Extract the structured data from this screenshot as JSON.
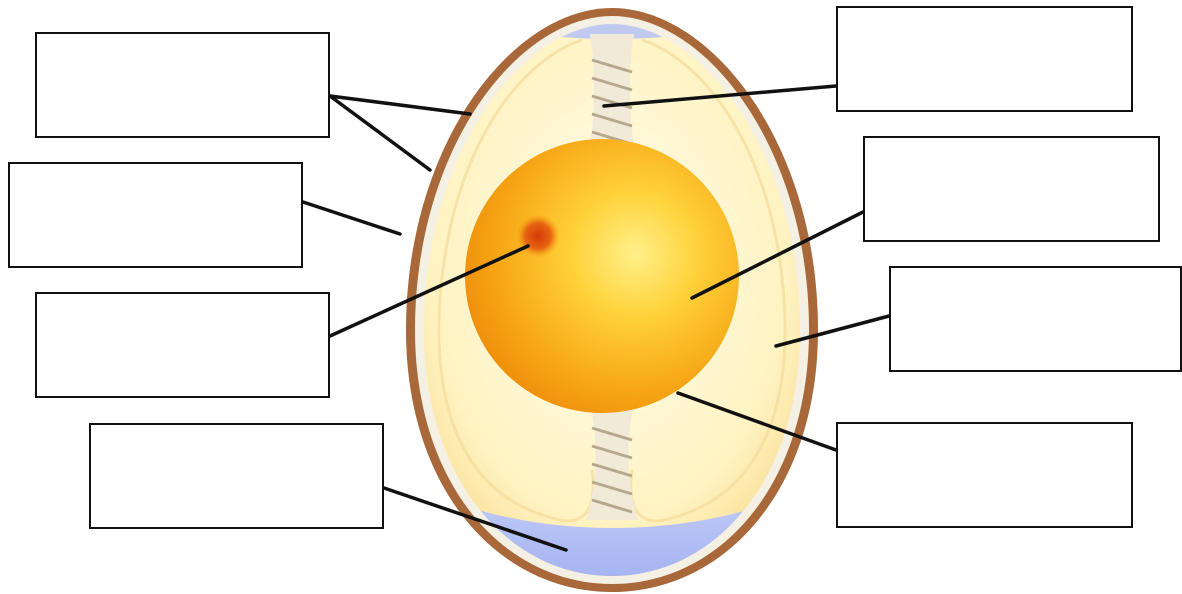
{
  "colors": {
    "shell": "#a8683a",
    "membrane": "#f5f0e4",
    "albumen": "#fff3c2",
    "albumen_edge": "#f7d784",
    "yolk": "#f6a313",
    "yolk_highlight": "#ffe066",
    "germinal_disc": "#d9480f",
    "air_cell": "#a9b8f2",
    "chalaza": "#f2ead8",
    "leader_line": "#111111",
    "box_border": "#111111"
  },
  "labels": [
    {
      "id": "box-1",
      "text": ""
    },
    {
      "id": "box-2",
      "text": ""
    },
    {
      "id": "box-3",
      "text": ""
    },
    {
      "id": "box-4",
      "text": ""
    },
    {
      "id": "box-5",
      "text": ""
    },
    {
      "id": "box-6",
      "text": ""
    },
    {
      "id": "box-7",
      "text": ""
    },
    {
      "id": "box-8",
      "text": ""
    }
  ]
}
